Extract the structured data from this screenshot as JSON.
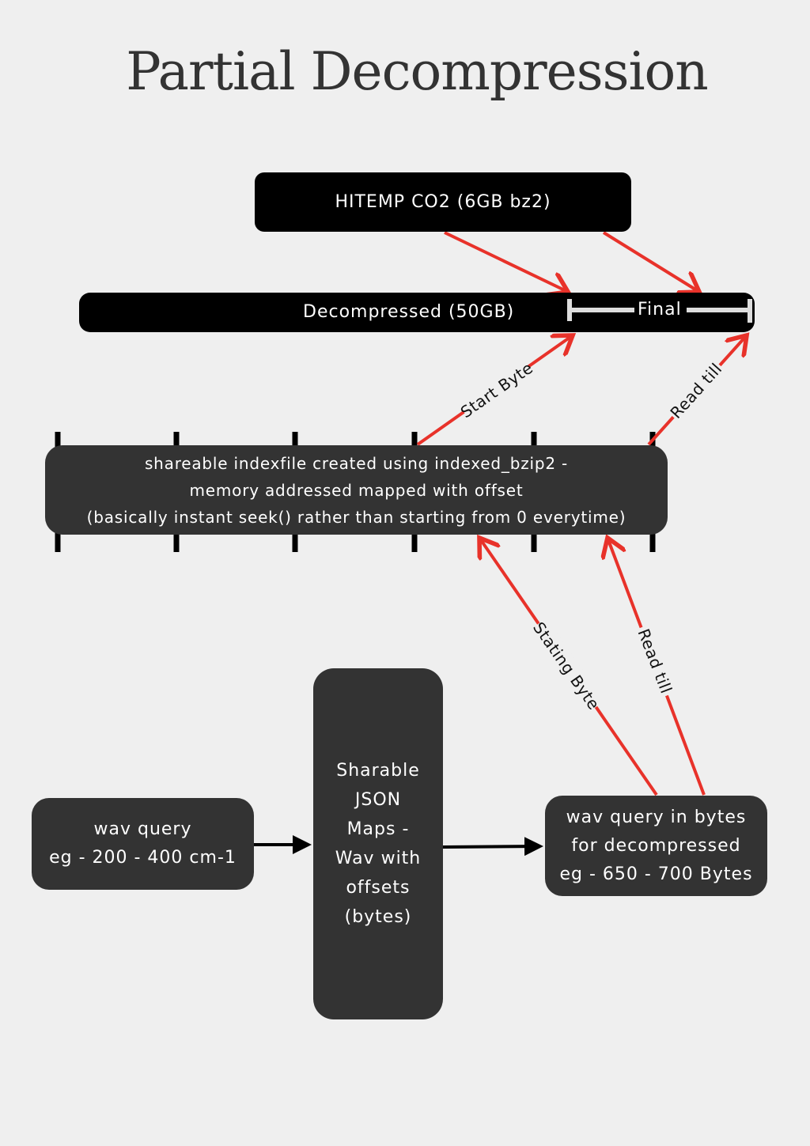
{
  "title": "Partial Decompression",
  "nodes": {
    "hitemp": "HITEMP CO2 (6GB bz2)",
    "decompressed": "Decompressed (50GB)",
    "final": "Final",
    "index_lines": [
      "shareable indexfile created using indexed_bzip2 -",
      "memory addressed mapped with offset",
      "(basically instant seek() rather than starting from 0 everytime)"
    ],
    "wav_query_lines": [
      "wav query",
      "eg - 200 - 400 cm-1"
    ],
    "json_lines": [
      "Sharable",
      "JSON",
      "Maps -",
      "Wav with",
      "offsets",
      "(bytes)"
    ],
    "bytes_lines": [
      "wav query in bytes",
      "for decompressed",
      "eg - 650 - 700 Bytes"
    ]
  },
  "edge_labels": {
    "start_byte": "Start Byte",
    "read_till_top": "Read till",
    "stating_byte": "Stating Byte",
    "read_till_bottom": "Read till"
  },
  "colors": {
    "background": "#efefef",
    "black_box": "#000000",
    "dark_box": "#333333",
    "arrow_red": "#e8322a",
    "arrow_black": "#000000"
  }
}
